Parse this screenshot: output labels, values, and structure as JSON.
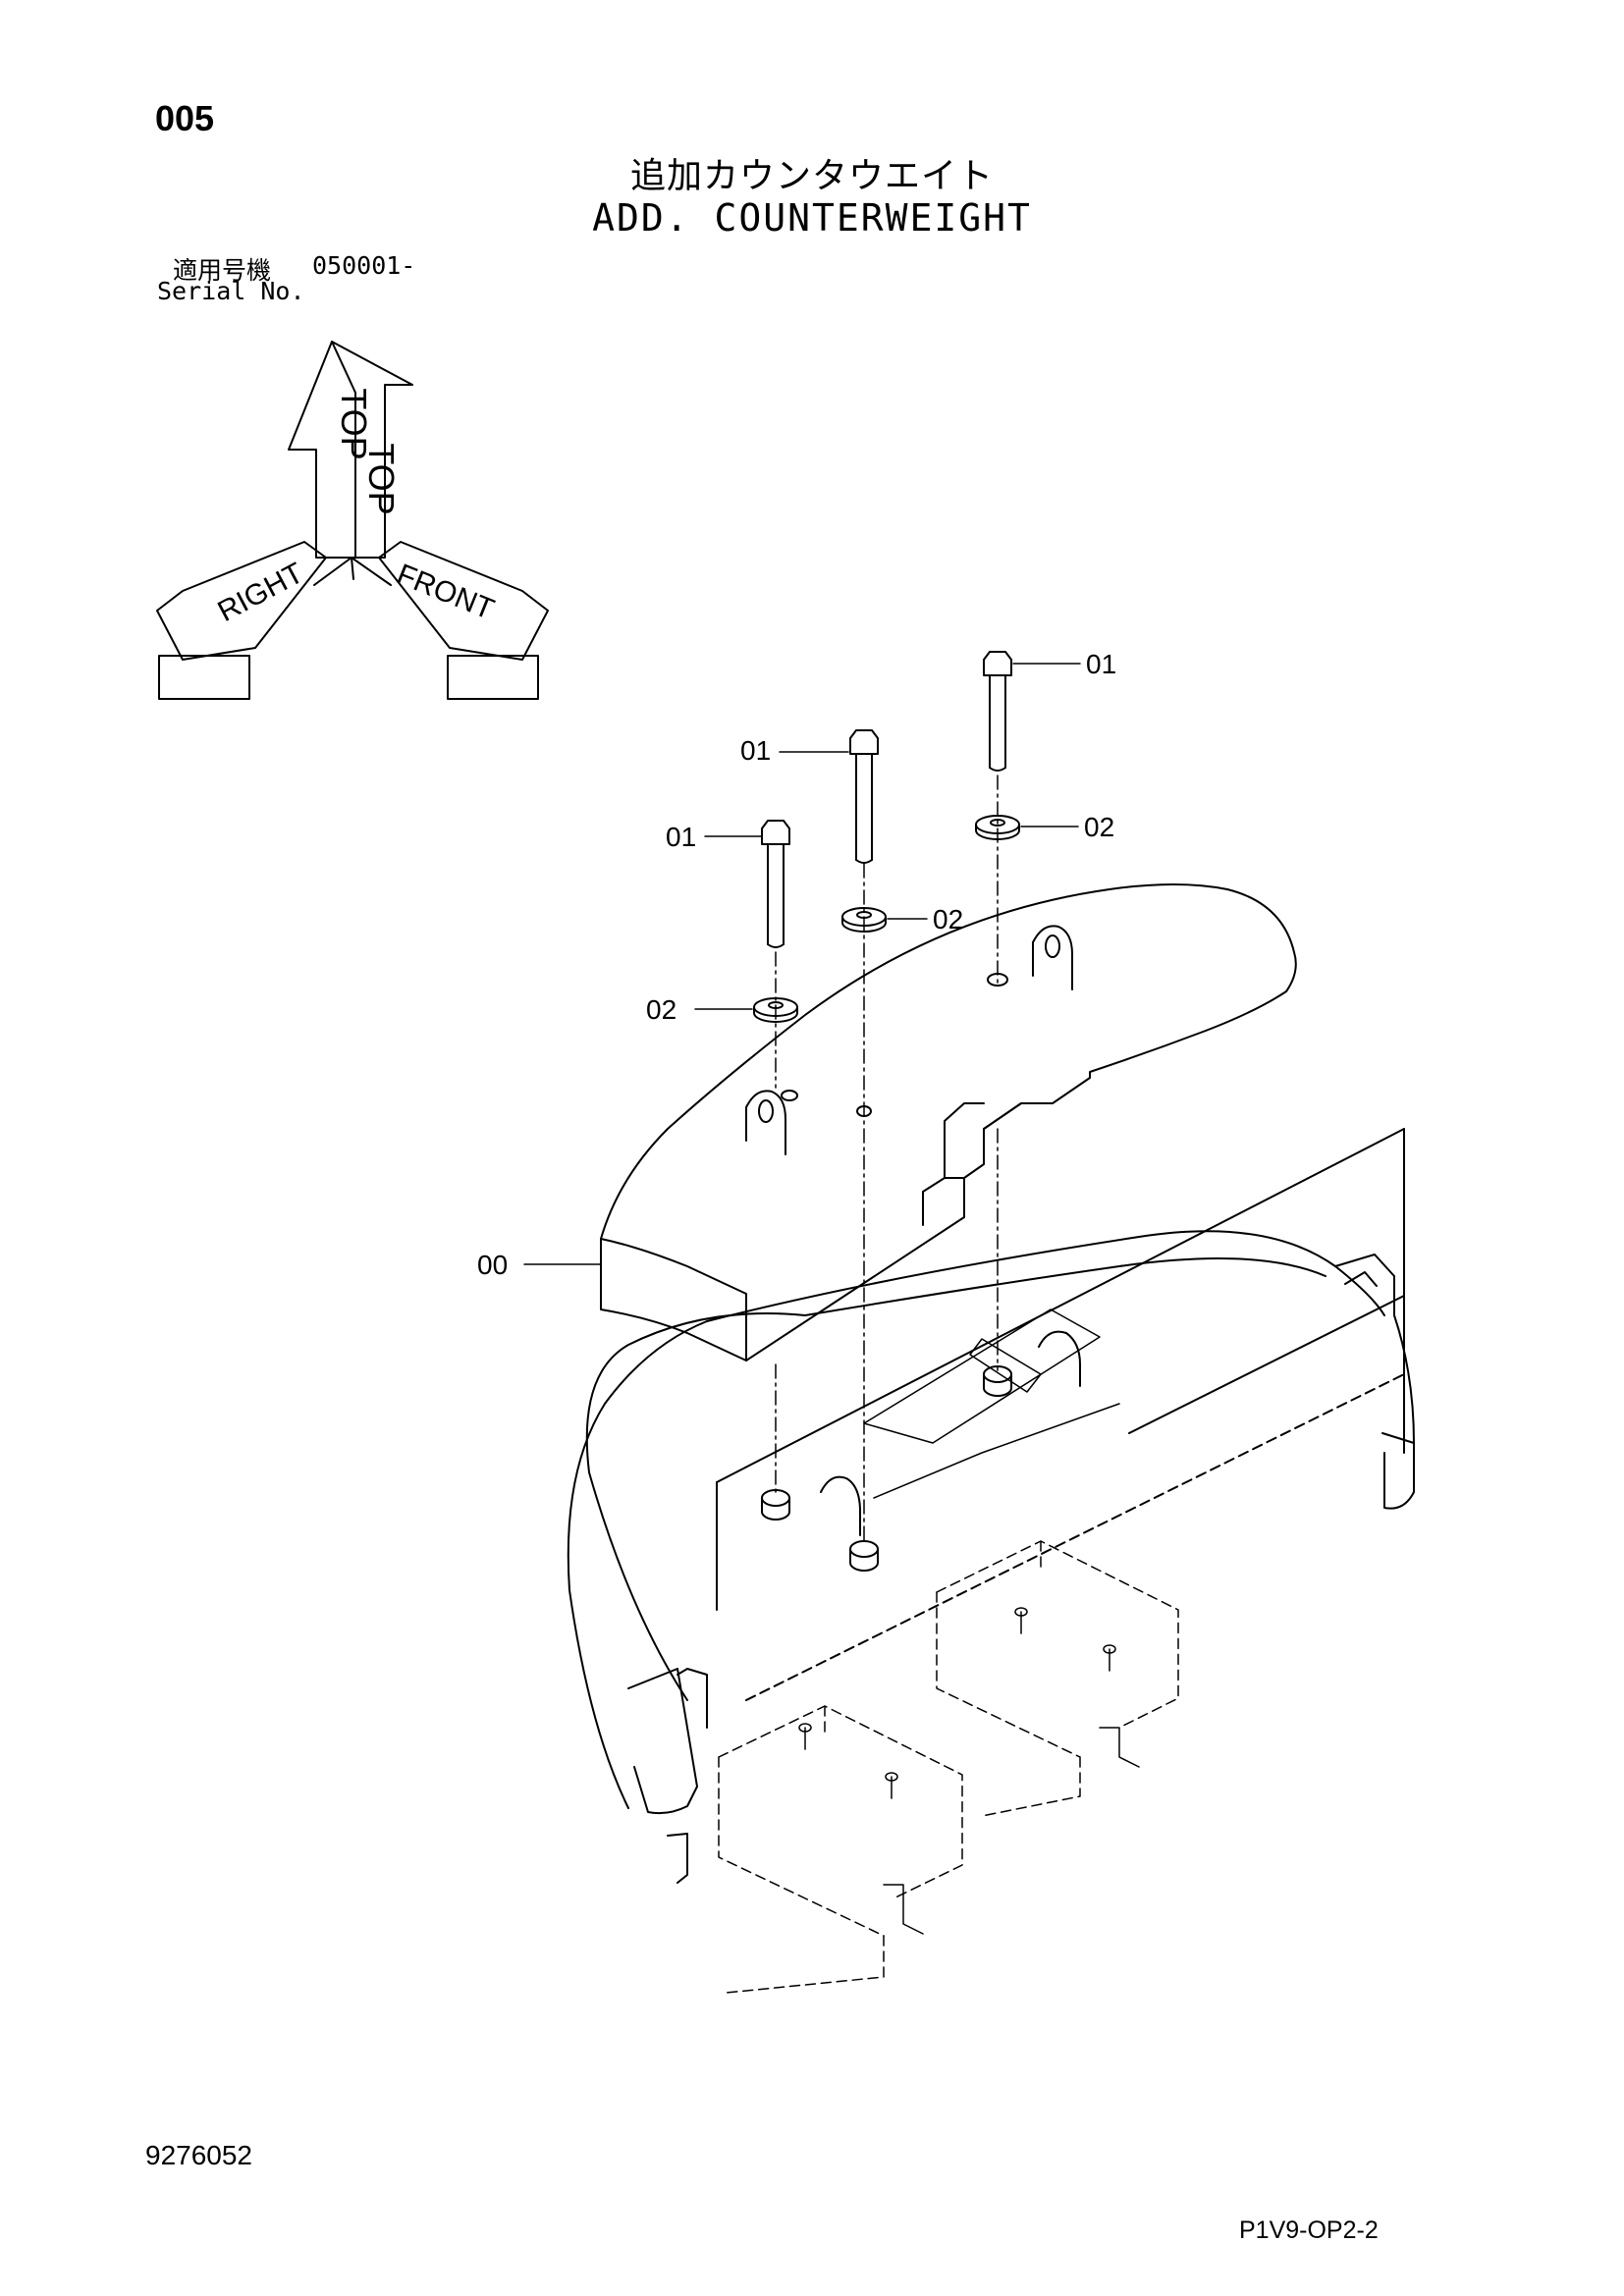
{
  "header": {
    "page_number": "005",
    "title_jp": "追加カウンタウエイト",
    "title_en": "ADD. COUNTERWEIGHT"
  },
  "serial": {
    "label_jp": "適用号機",
    "code": "050001-",
    "label_en": "Serial No."
  },
  "orientation": {
    "top_label": "TOP",
    "right_label": "RIGHT",
    "front_label": "FRONT"
  },
  "callouts": [
    {
      "id": "bolt-right",
      "label": "01"
    },
    {
      "id": "bolt-middle",
      "label": "01"
    },
    {
      "id": "bolt-left",
      "label": "01"
    },
    {
      "id": "washer-right",
      "label": "02"
    },
    {
      "id": "washer-middle",
      "label": "02"
    },
    {
      "id": "washer-left",
      "label": "02"
    },
    {
      "id": "counterweight",
      "label": "00"
    }
  ],
  "footer": {
    "drawing_number": "9276052",
    "page_code": "P1V9-OP2-2"
  }
}
